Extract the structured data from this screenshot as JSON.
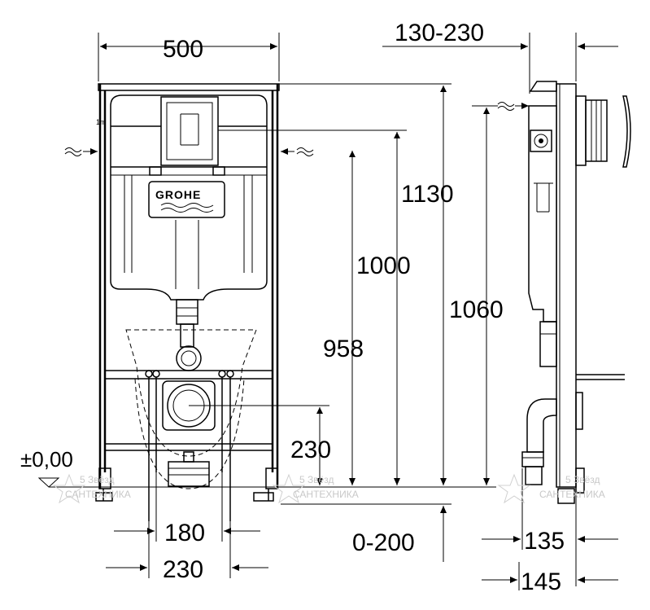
{
  "dimensions": {
    "width_frame": "500",
    "depth_adjust": "130-230",
    "height_total": "1130",
    "height_1060": "1060",
    "height_1000": "1000",
    "height_958": "958",
    "height_230": "230",
    "width_180": "180",
    "width_230": "230",
    "floor_adjust": "0-200",
    "depth_135": "135",
    "depth_145": "145",
    "zero_level": "±0,00"
  },
  "brand": {
    "logo": "GROHE"
  },
  "watermark": {
    "line1": "5 Звёзд",
    "line2": "САНТЕХНИКА"
  },
  "colors": {
    "line": "#000000",
    "background": "#ffffff",
    "watermark": "#c8c8c8"
  }
}
